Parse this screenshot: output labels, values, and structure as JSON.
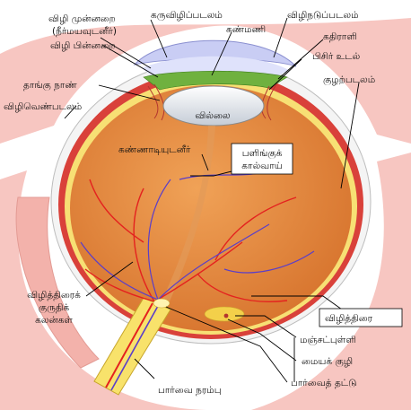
{
  "labels": {
    "anterior_chamber_1": "விழி முன்னறை",
    "anterior_chamber_2": "(நீர்மயவுடனீர்)",
    "posterior_chamber": "விழி பின்னறை",
    "cornea": "கருவிழிப்படலம்",
    "pupil": "கண்மணி",
    "suspensory_ligament": "தாங்கு நாண்",
    "sclera_front": "விழிவெண்படலம்",
    "lens": "வில்லை",
    "vitreous_humour": "கண்ணாடியுடனீர்",
    "hyaloid_canal_1": "பளிங்குக்",
    "hyaloid_canal_2": "கால்வாய்",
    "choroid": "விழிநடுப்படலம்",
    "iris": "கதிராளி",
    "ciliary_body": "பிசிர் உடல்",
    "sclera_right": "குழற்படலம்",
    "retinal_vessels_1": "விழித்திரைக்",
    "retinal_vessels_2": "குருதிக்",
    "retinal_vessels_3": "கலன்கள்",
    "retina": "விழித்திரை",
    "macula": "மஞ்சட்புள்ளி",
    "fovea": "மையக் குழி",
    "optic_disc": "பார்வைத் தட்டு",
    "optic_nerve": "பார்வை நரம்பு"
  },
  "colors": {
    "orbit_pink": "#f7c6c1",
    "orbit_edge": "#e9a09a",
    "sclera": "#f4f4f4",
    "choroid": "#d9413a",
    "retina": "#f7e074",
    "vitreous": "#e48a3f",
    "vitreous_light": "#f0a257",
    "cornea": "#c9cdf4",
    "iris_green": "#6fb13f",
    "lens": "#e8ecf0",
    "artery": "#e4221f",
    "vein": "#5a3ec9",
    "nerve": "#f8e26b"
  }
}
